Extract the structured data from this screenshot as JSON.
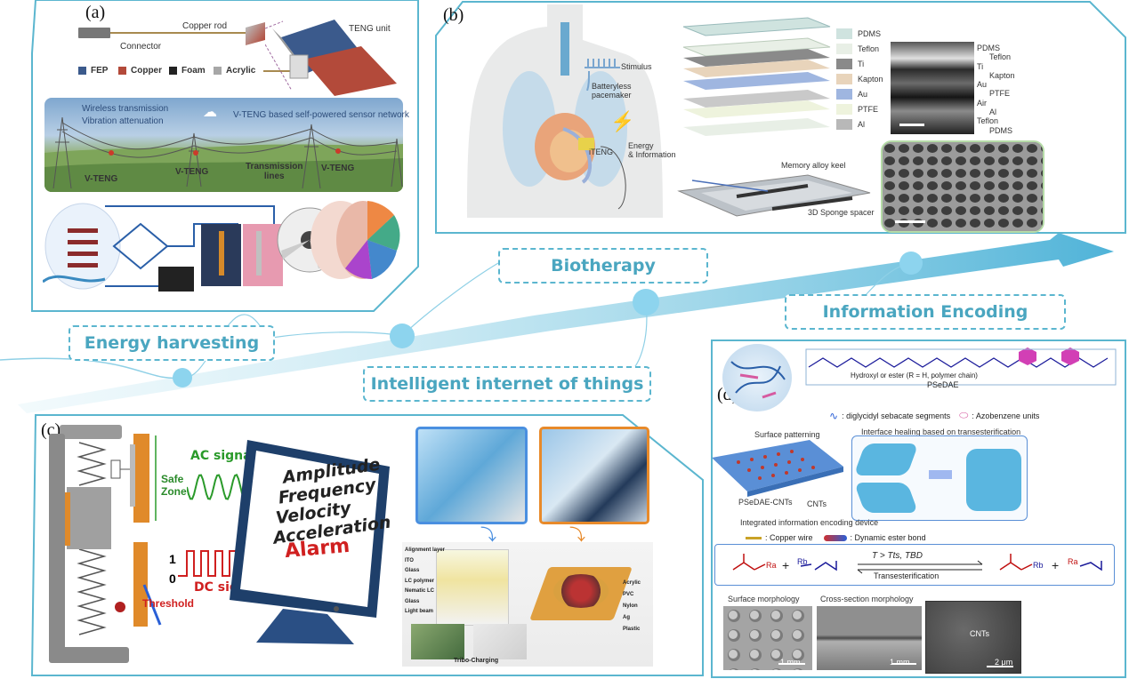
{
  "tags": {
    "energy": "Energy harvesting",
    "bio": "Biotherapy",
    "iot": "Intelligent internet of things",
    "info": "Information Encoding"
  },
  "panel_a": {
    "letter": "(a)",
    "copper_rod": "Copper rod",
    "connector": "Connector",
    "teng_unit": "TENG unit",
    "legend": [
      "FEP",
      "Copper",
      "Foam",
      "Acrylic"
    ],
    "legend_colors": [
      "#3b5a8c",
      "#b34a3a",
      "#222222",
      "#a7a7a7"
    ],
    "wireless": "Wireless transmission",
    "vibration": "Vibration attenuation",
    "network": "V-TENG based self-powered sensor network",
    "vteng1": "V-TENG",
    "vteng2": "V-TENG",
    "vteng3": "V-TENG",
    "lines": "Transmission\nlines"
  },
  "panel_b": {
    "letter": "(b)",
    "stimulus": "Stimulus",
    "pacemaker": "Batteryless\npacemaker",
    "iteng": "iTENG",
    "energy_info": "Energy\n& Information",
    "layers": [
      "PDMS",
      "Teflon",
      "Ti",
      "Kapton",
      "Au",
      "PTFE",
      "Al"
    ],
    "layer_colors": [
      "#cfe3df",
      "#e8efe6",
      "#8a8a8a",
      "#e8d4bb",
      "#9fb6e0",
      "#eef3dd",
      "#b8b8b8"
    ],
    "memory": "Memory alloy keel",
    "sponge": "3D Sponge spacer",
    "sem_right": [
      "PDMS",
      "Teflon",
      "Ti",
      "Kapton",
      "Au",
      "PTFE",
      "Air",
      "Al",
      "Teflon",
      "PDMS"
    ]
  },
  "panel_c": {
    "letter": "(c)",
    "safe": "Safe\nZone",
    "ac": "AC signal",
    "screen_lines": [
      "Amplitude",
      "Frequency",
      "Velocity",
      "Acceleration"
    ],
    "alarm": "Alarm",
    "one": "1",
    "zero": "0",
    "dc": "DC signal",
    "threshold": "Threshold",
    "left_layers": [
      "Alignment layer",
      "ITO",
      "Glass",
      "LC polymer",
      "Nematic LC",
      "Glass",
      "Light beam"
    ],
    "right_layers": [
      "Acrylic",
      "PVC",
      "Nylon",
      "Ag",
      "Plastic"
    ],
    "tribo": "Tribo-Charging"
  },
  "panel_d": {
    "letter": "(d)",
    "hydroxyl": "Hydroxyl or ester (R = H, polymer chain)",
    "psedae": "PSeDAE",
    "segments": ": diglycidyl sebacate segments",
    "azo": ": Azobenzene units",
    "surface": "Surface patterning",
    "interface": "Interface healing based on transesterification",
    "psedae_cnts": "PSeDAE-CNTs",
    "cnts": "CNTs",
    "integrated": "Integrated information encoding device",
    "copper": ": Copper wire",
    "dynamic": ": Dynamic ester bond",
    "condition": "T > Tts, TBD",
    "trans": "Transesterification",
    "surface_morph": "Surface morphology",
    "cross_morph": "Cross-section morphology",
    "cnts_label": "CNTs",
    "scale1": "1 mm",
    "scale2": "1 mm",
    "scale3": "2 μm"
  }
}
